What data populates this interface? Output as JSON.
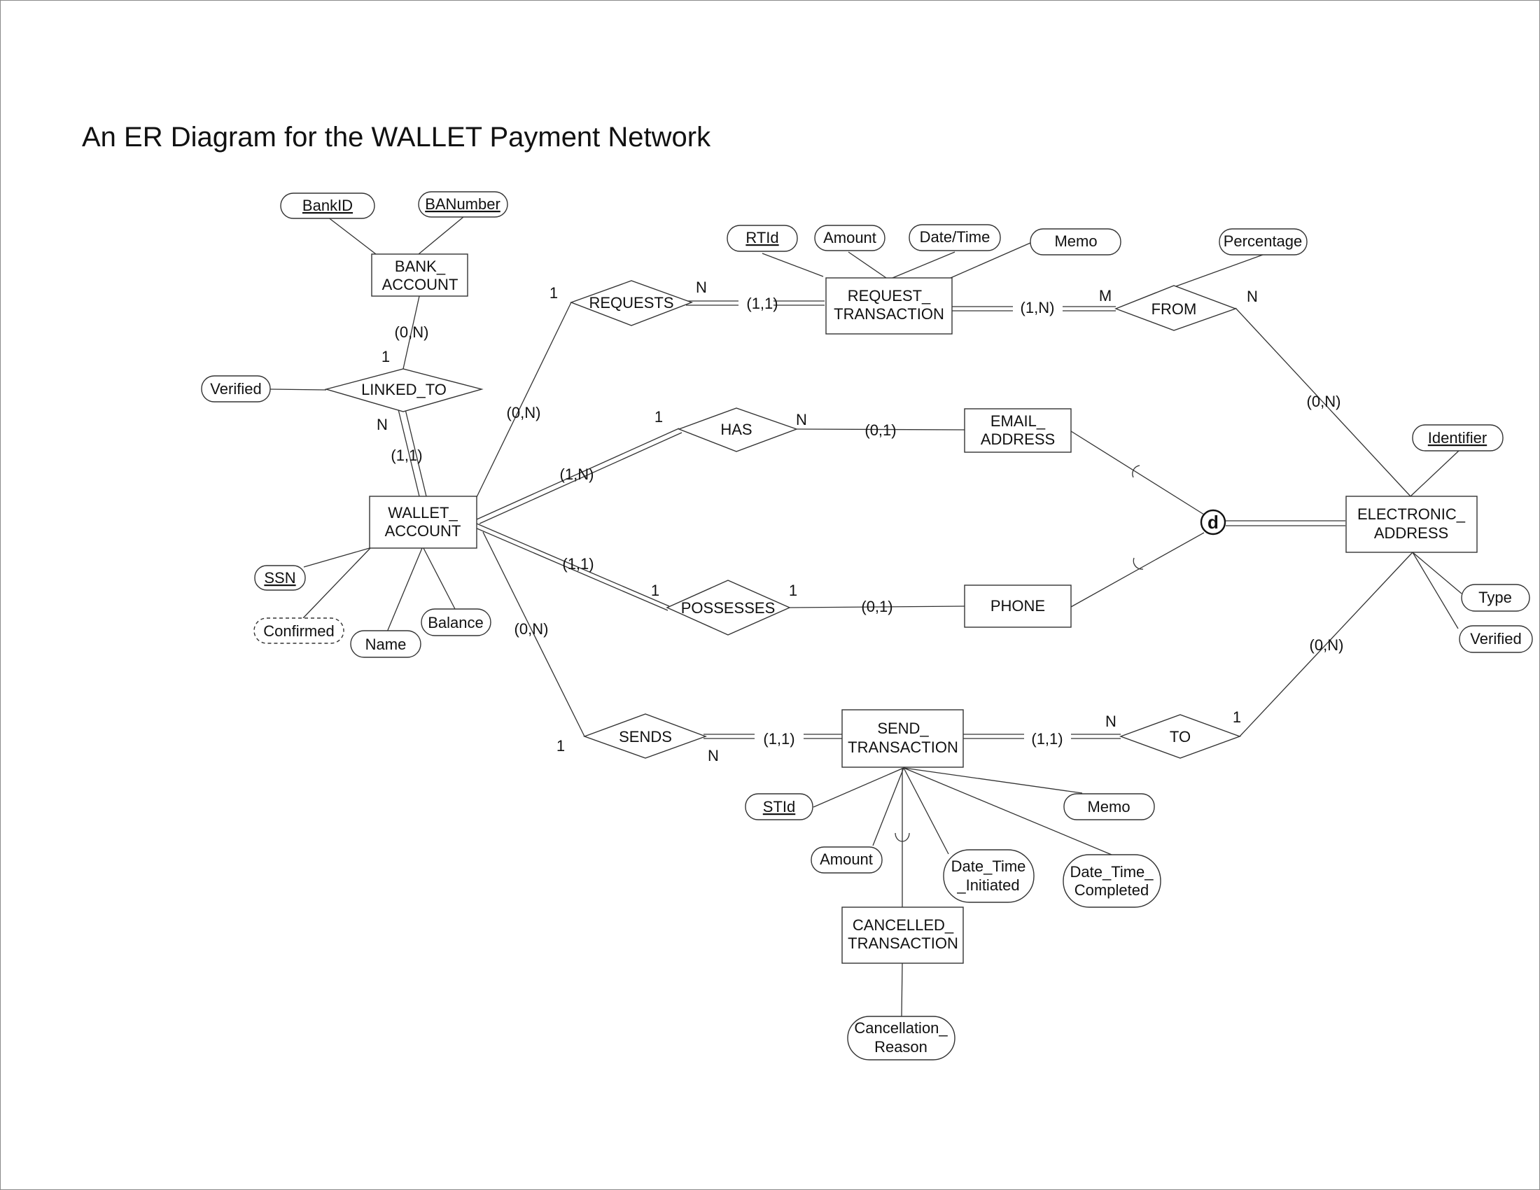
{
  "title": "An ER Diagram for the WALLET Payment Network",
  "entities": {
    "bank_account": [
      "BANK_",
      "ACCOUNT"
    ],
    "wallet_account": [
      "WALLET_",
      "ACCOUNT"
    ],
    "request_transaction": [
      "REQUEST_",
      "TRANSACTION"
    ],
    "email_address": [
      "EMAIL_",
      "ADDRESS"
    ],
    "phone": [
      "PHONE"
    ],
    "electronic_address": [
      "ELECTRONIC_",
      "ADDRESS"
    ],
    "send_transaction": [
      "SEND_",
      "TRANSACTION"
    ],
    "cancelled_transaction": [
      "CANCELLED_",
      "TRANSACTION"
    ]
  },
  "relationships": {
    "linked_to": "LINKED_TO",
    "requests": "REQUESTS",
    "has": "HAS",
    "possesses": "POSSESSES",
    "sends": "SENDS",
    "from": "FROM",
    "to": "TO"
  },
  "attributes": {
    "bankid": "BankID",
    "banumber": "BANumber",
    "linked_verified": "Verified",
    "ssn": "SSN",
    "confirmed": "Confirmed",
    "name": "Name",
    "balance": "Balance",
    "rtid": "RTId",
    "rt_amount": "Amount",
    "rt_datetime": "Date/Time",
    "rt_memo": "Memo",
    "percentage": "Percentage",
    "identifier": "Identifier",
    "type": "Type",
    "ea_verified": "Verified",
    "stid": "STId",
    "st_amount": "Amount",
    "st_memo": "Memo",
    "dt_initiated": [
      "Date_Time",
      "_Initiated"
    ],
    "dt_completed": [
      "Date_Time_",
      "Completed"
    ],
    "cancellation_reason": [
      "Cancellation_",
      "Reason"
    ]
  },
  "specialization": {
    "symbol": "d"
  },
  "cardinalities": {
    "bank_linked_minmax": "(0,N)",
    "bank_linked_ratio": "1",
    "wallet_linked_ratio": "N",
    "wallet_linked_minmax": "(1,1)",
    "wallet_requests_ratio": "1",
    "wallet_requests_minmax": "(0,N)",
    "requests_rt_ratio": "N",
    "requests_rt_minmax": "(1,1)",
    "rt_from_minmax": "(1,N)",
    "rt_from_ratio": "M",
    "from_ea_ratio": "N",
    "from_ea_minmax": "(0,N)",
    "wallet_has_ratio": "1",
    "wallet_has_minmax": "(1,N)",
    "has_email_ratio": "N",
    "has_email_minmax": "(0,1)",
    "wallet_possesses_minmax": "(1,1)",
    "wallet_possesses_ratio": "1",
    "possesses_phone_ratio": "1",
    "possesses_phone_minmax": "(0,1)",
    "wallet_sends_minmax": "(0,N)",
    "wallet_sends_ratio": "1",
    "sends_st_ratio": "N",
    "sends_st_minmax": "(1,1)",
    "st_to_minmax": "(1,1)",
    "st_to_ratio": "N",
    "to_ea_ratio": "1",
    "to_ea_minmax": "(0,N)"
  }
}
